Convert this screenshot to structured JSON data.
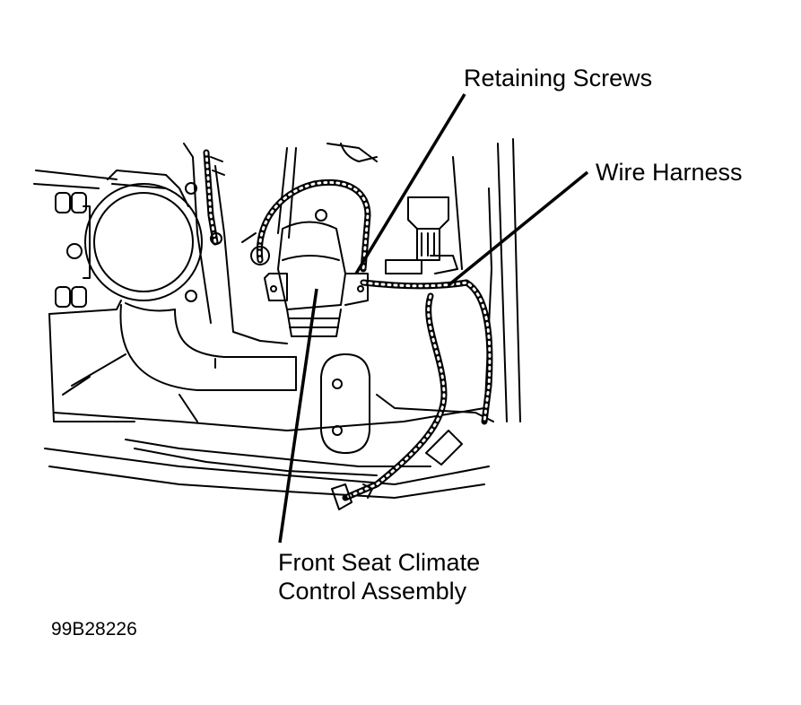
{
  "labels": {
    "retaining_screws": "Retaining Screws",
    "wire_harness": "Wire Harness",
    "assembly_line1": "Front Seat Climate",
    "assembly_line2": "Control Assembly"
  },
  "figure_code": "99B28226",
  "colors": {
    "line": "#000000",
    "background": "#ffffff"
  }
}
